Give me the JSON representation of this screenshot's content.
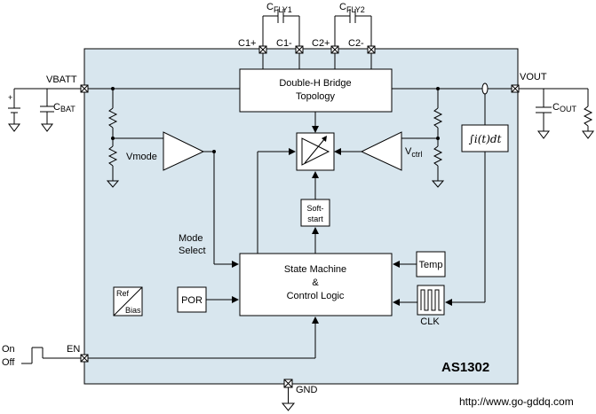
{
  "chip": {
    "name": "AS1302",
    "bg_color": "#d8e6ee"
  },
  "pins": {
    "vbatt": "VBATT",
    "vout": "VOUT",
    "en": "EN",
    "gnd": "GND",
    "c1p": "C1+",
    "c1m": "C1-",
    "c2p": "C2+",
    "c2m": "C2-"
  },
  "external": {
    "cfly1_main": "C",
    "cfly1_sub": "FLY1",
    "cfly2_main": "C",
    "cfly2_sub": "FLY2",
    "cbat_main": "C",
    "cbat_sub": "BAT",
    "cout_main": "C",
    "cout_sub": "OUT",
    "on": "On",
    "off": "Off"
  },
  "blocks": {
    "bridge_line1": "Double-H Bridge",
    "bridge_line2": "Topology",
    "state_line1": "State Machine",
    "state_line2": "&",
    "state_line3": "Control Logic",
    "softstart_line1": "Soft-",
    "softstart_line2": "start",
    "temp": "Temp",
    "clk": "CLK",
    "por": "POR",
    "ref": "Ref",
    "bias": "Bias",
    "integrator": "∫i(t)dt"
  },
  "signals": {
    "vmode": "Vmode",
    "vctrl_main": "V",
    "vctrl_sub": "ctrl",
    "mode_select_line1": "Mode",
    "mode_select_line2": "Select"
  },
  "footer": {
    "url": "http://www.go-gddq.com"
  }
}
